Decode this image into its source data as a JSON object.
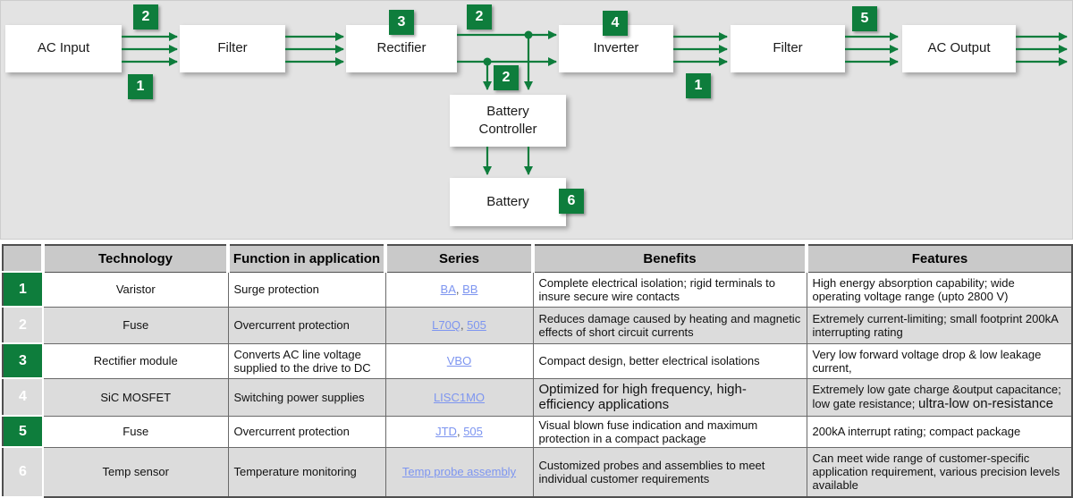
{
  "colors": {
    "accent_green": "#0e7d3c",
    "link_blue": "#7d95f0",
    "diagram_background": "#e3e3e3",
    "header_background": "#c9c9c9",
    "row_alternate": "#dcdcdc"
  },
  "diagram": {
    "boxes": [
      {
        "label": "AC Input"
      },
      {
        "label": "Filter"
      },
      {
        "label": "Rectifier"
      },
      {
        "label": "Inverter"
      },
      {
        "label": "Filter"
      },
      {
        "label": "AC Output"
      },
      {
        "label": "Battery Controller"
      },
      {
        "label": "Battery"
      }
    ],
    "badges": [
      {
        "label": "2"
      },
      {
        "label": "1"
      },
      {
        "label": "3"
      },
      {
        "label": "2"
      },
      {
        "label": "2"
      },
      {
        "label": "4"
      },
      {
        "label": "1"
      },
      {
        "label": "5"
      },
      {
        "label": "6"
      }
    ]
  },
  "table": {
    "headers": [
      "",
      "Technology",
      "Function in application",
      "Series",
      "Benefits",
      "Features"
    ],
    "series_separator": ", ",
    "rows": [
      {
        "num": "1",
        "technology": "Varistor",
        "function": "Surge protection",
        "series": [
          "BA",
          "BB"
        ],
        "benefits": "Complete electrical isolation; rigid terminals to insure secure wire contacts",
        "features": "High energy absorption capability; wide operating voltage range (upto 2800 V)"
      },
      {
        "num": "2",
        "technology": "Fuse",
        "function": "Overcurrent protection",
        "series": [
          "L70Q",
          "505"
        ],
        "benefits": "Reduces damage caused by heating and magnetic effects of short circuit currents",
        "features": "Extremely current-limiting; small footprint 200kA interrupting rating"
      },
      {
        "num": "3",
        "technology": "Rectifier module",
        "function": "Converts AC line voltage supplied to the drive to DC",
        "series": [
          "VBO"
        ],
        "benefits": "Compact design, better electrical isolations",
        "features": "Very low forward voltage drop & low leakage current,"
      },
      {
        "num": "4",
        "technology": "SiC MOSFET",
        "function": "Switching power supplies",
        "series": [
          "LISC1MO"
        ],
        "benefits": "Optimized for high frequency, high-efficiency applications",
        "features_1": "Extremely low gate charge &output capacitance; low gate resistance; ",
        "features_2": "ultra-low on-resistance"
      },
      {
        "num": "5",
        "technology": "Fuse",
        "function": "Overcurrent protection",
        "series": [
          "JTD",
          "505"
        ],
        "benefits": "Visual blown fuse indication and maximum protection in a compact package",
        "features": "200kA  interrupt rating; compact package"
      },
      {
        "num": "6",
        "technology": "Temp sensor",
        "function": "Temperature monitoring",
        "series": [
          "Temp probe assembly"
        ],
        "benefits": "Customized probes and assemblies to meet individual customer requirements",
        "features": "Can meet wide range of customer-specific application requirement, various precision levels available"
      }
    ]
  }
}
